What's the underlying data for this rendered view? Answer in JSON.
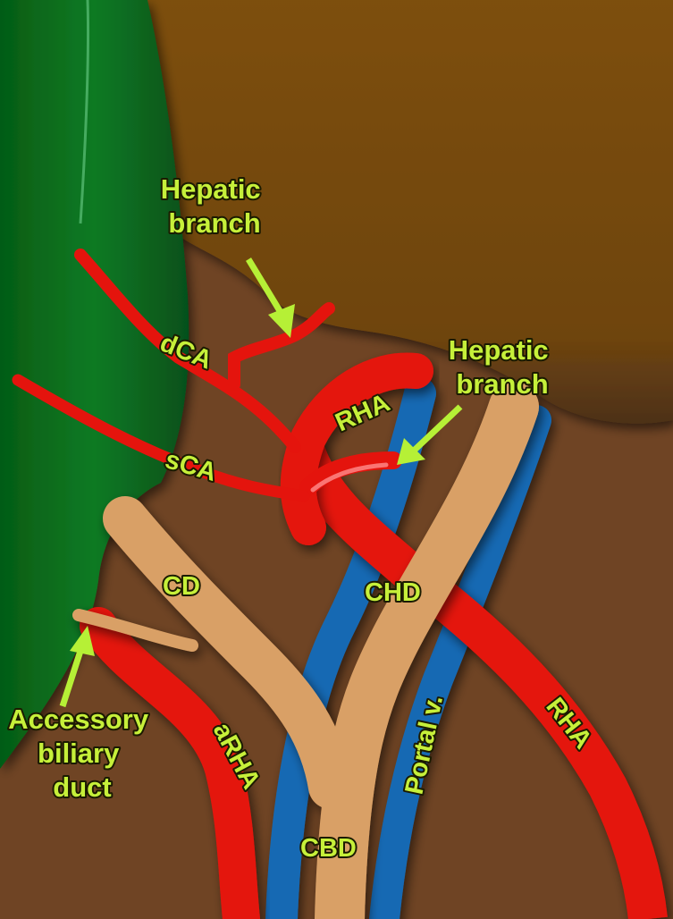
{
  "diagram": {
    "colors": {
      "background": "#6f4424",
      "liver": "#7a4a0c",
      "gallbladder": "#0b6b1e",
      "artery": "#e4140d",
      "duct": "#d9a066",
      "portal_vein": "#1669b3",
      "label_text": "#c6f03a",
      "arrow": "#b6f036"
    },
    "labels": {
      "hepatic_branch_top": [
        "Hepatic",
        "branch"
      ],
      "hepatic_branch_right": [
        "Hepatic",
        "branch"
      ],
      "dca": "dCA",
      "sca": "sCA",
      "rha_top": "RHA",
      "cd": "CD",
      "chd": "CHD",
      "accessory": [
        "Accessory",
        "biliary",
        "duct"
      ],
      "arha": "aRHA",
      "portal": "Portal v.",
      "rha_bottom": "RHA",
      "cbd": "CBD"
    }
  }
}
